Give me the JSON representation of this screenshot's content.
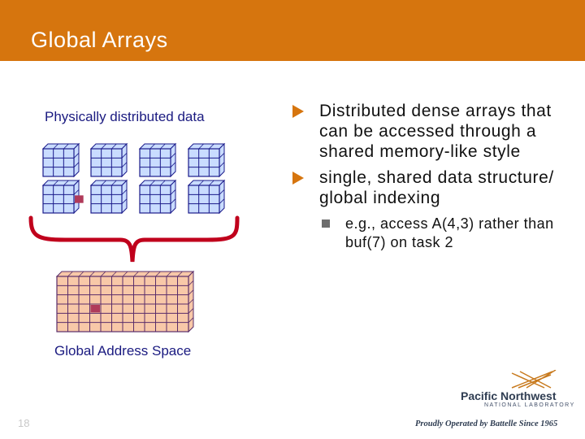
{
  "slide": {
    "title": "Global Arrays",
    "page_number": "18"
  },
  "figure": {
    "top_label": "Physically distributed data",
    "bottom_label": "Global Address Space",
    "colors": {
      "local_block": "#c9dcff",
      "local_grid": "#1a1a8a",
      "global_block": "#f8c8a8",
      "global_grid": "#5a2d6a",
      "highlight": "#b03a5a",
      "brace": "#c0001c"
    }
  },
  "bullets": [
    {
      "text": "Distributed dense arrays that can be accessed through a shared memory-like style"
    },
    {
      "text": "single, shared data structure/ global indexing"
    }
  ],
  "sub_bullets": [
    {
      "text": "e.g., access A(4,3) rather than buf(7) on task 2"
    }
  ],
  "footer": {
    "logo_line1": "Pacific Northwest",
    "logo_line2": "NATIONAL LABORATORY",
    "tagline": "Proudly Operated by Battelle Since 1965"
  }
}
